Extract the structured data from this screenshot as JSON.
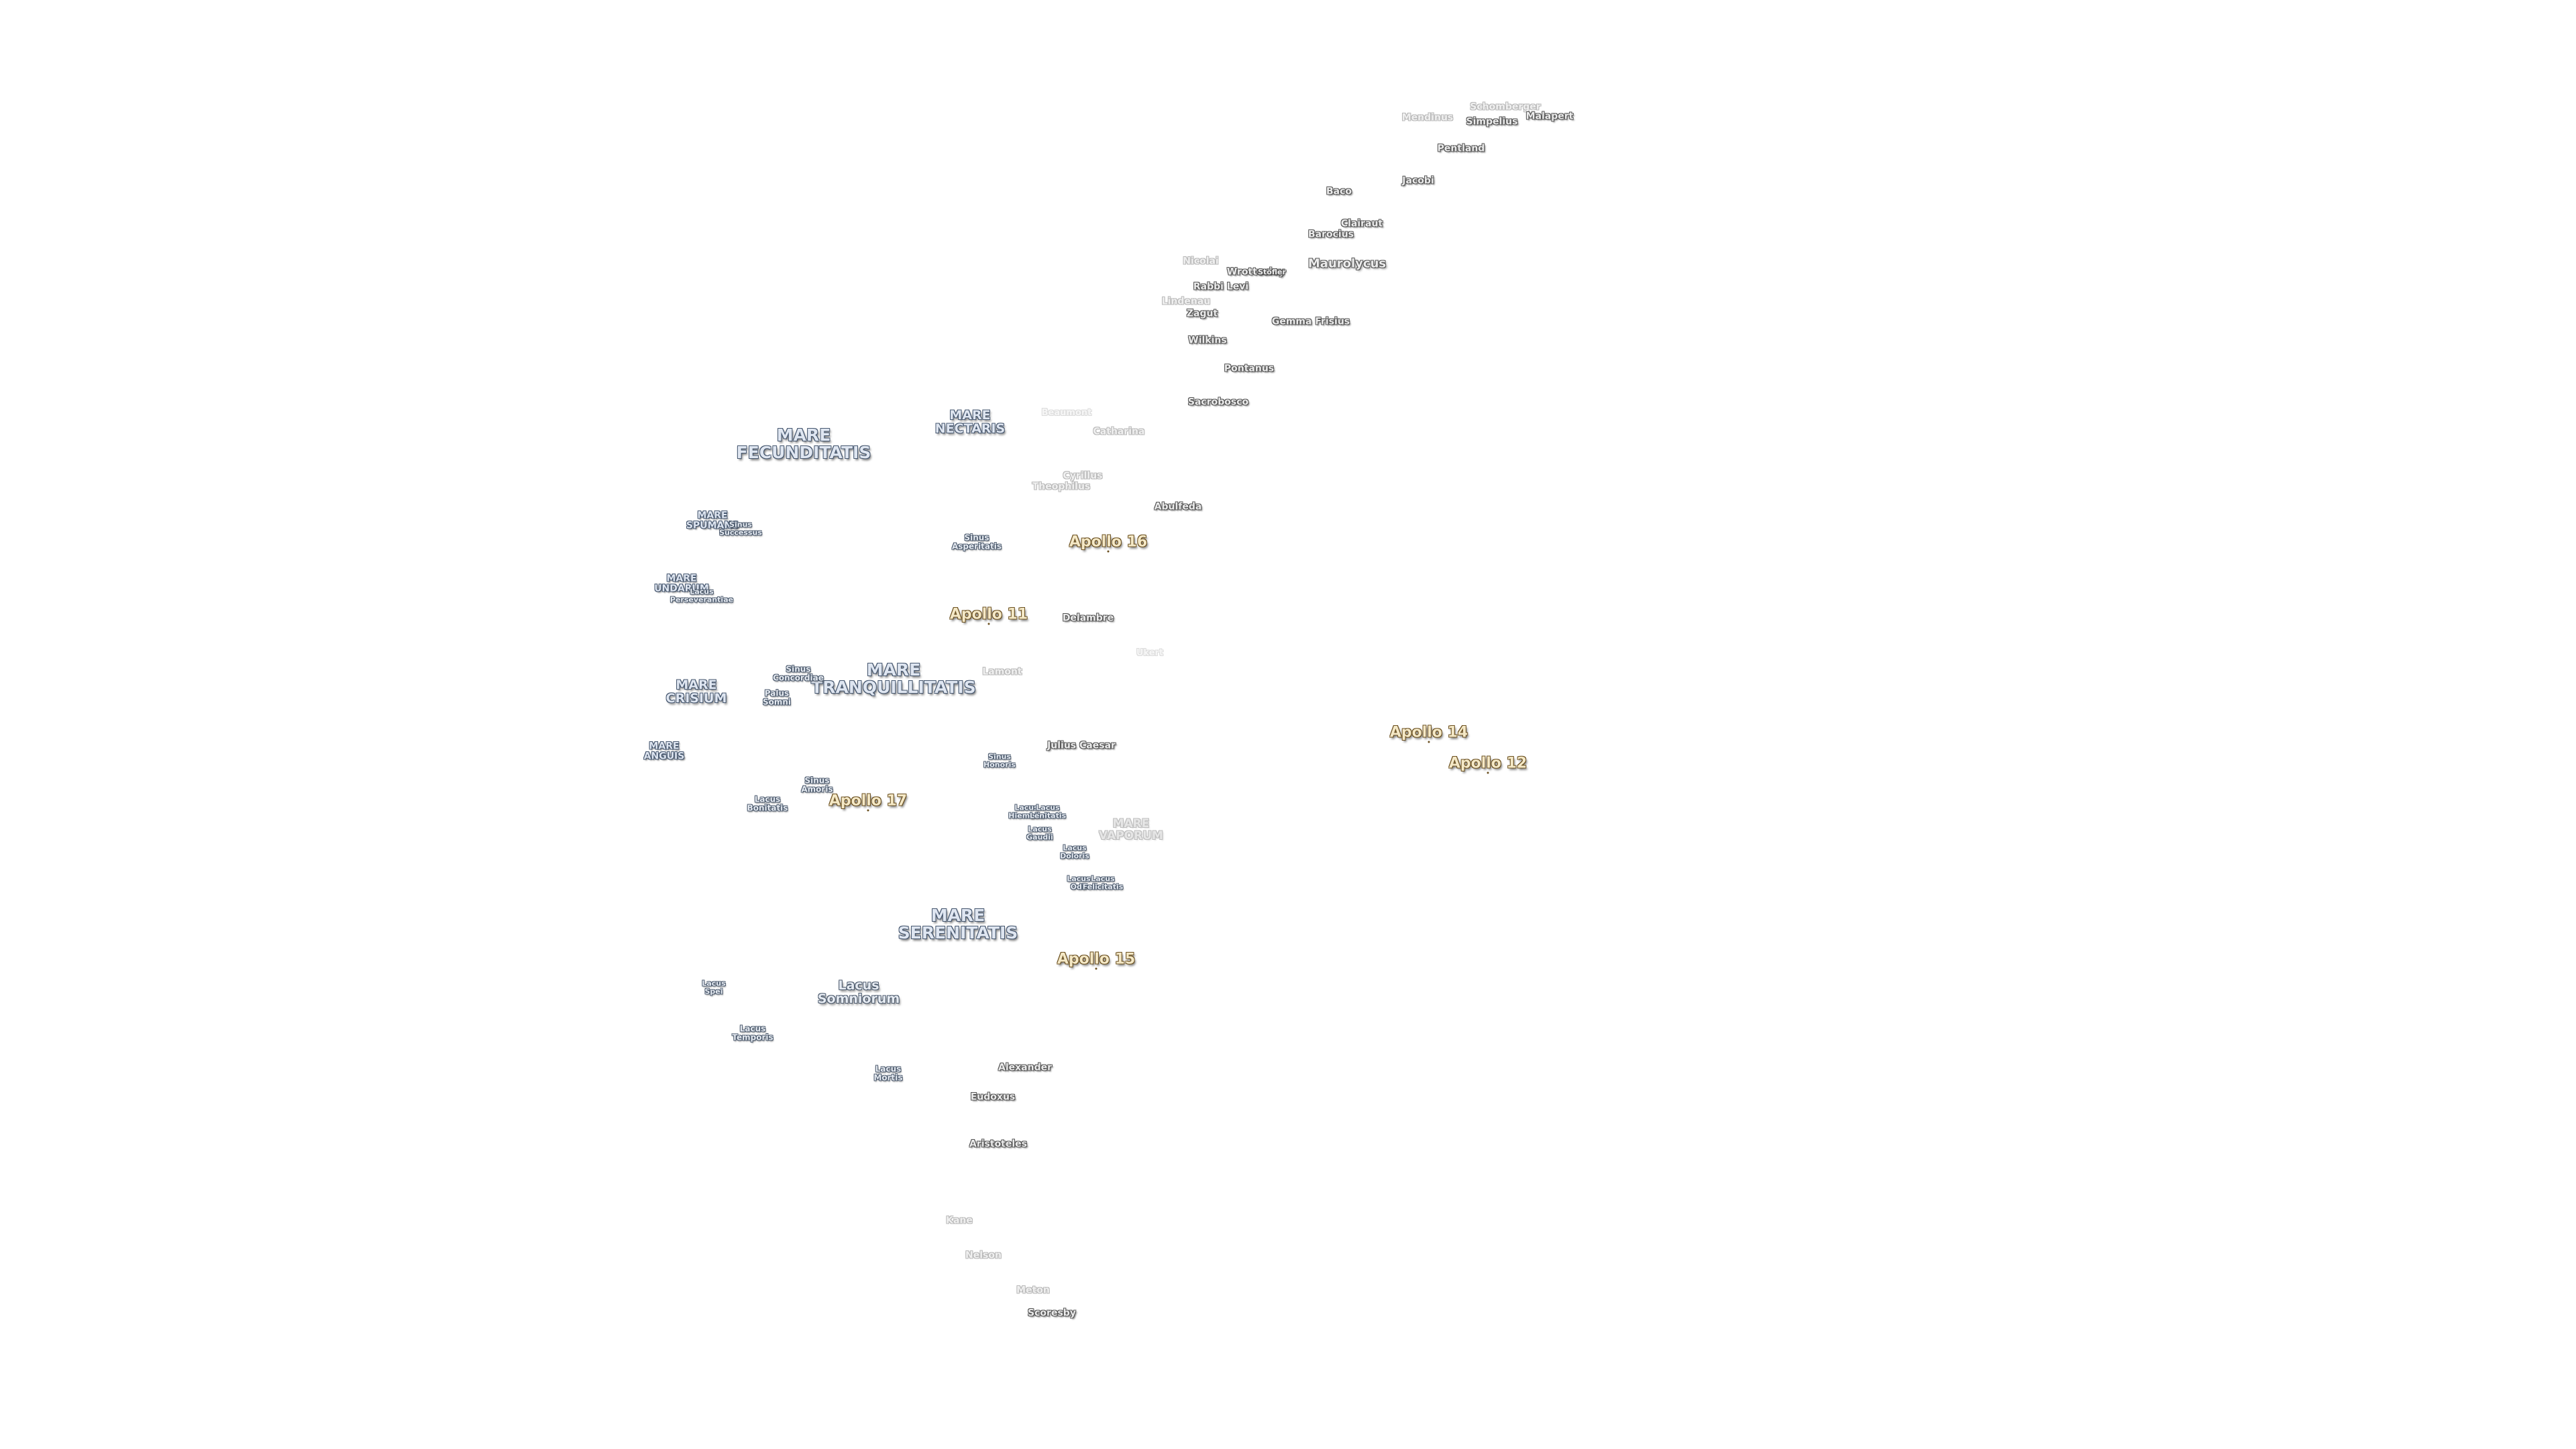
{
  "map": {
    "background": "#ffffff",
    "colors": {
      "mare_fill": "#dfe6f1",
      "mare_outline": "#45566e",
      "crater_fill": "#ececec",
      "crater_outline": "#555555",
      "apollo_fill": "#f4e8c6",
      "apollo_outline": "#6b5020"
    },
    "maria": [
      {
        "id": "mare-fecunditatis",
        "lines": [
          "MARE",
          "FECUNDITATIS"
        ]
      },
      {
        "id": "mare-nectaris",
        "lines": [
          "MARE",
          "NECTARIS"
        ]
      },
      {
        "id": "mare-spumans",
        "lines": [
          "MARE",
          "SPUMANS"
        ]
      },
      {
        "id": "mare-undarum",
        "lines": [
          "MARE",
          "UNDARUM"
        ]
      },
      {
        "id": "mare-tranquillitatis",
        "lines": [
          "MARE",
          "TRANQUILLITATIS"
        ]
      },
      {
        "id": "mare-crisium",
        "lines": [
          "MARE",
          "CRISIUM"
        ]
      },
      {
        "id": "mare-anguis",
        "lines": [
          "MARE",
          "ANGUIS"
        ]
      },
      {
        "id": "mare-vaporum",
        "lines": [
          "MARE",
          "VAPORUM"
        ]
      },
      {
        "id": "mare-serenitatis",
        "lines": [
          "MARE",
          "SERENITATIS"
        ]
      }
    ],
    "lakes_bays": [
      {
        "id": "sinus-successus",
        "lines": [
          "Sinus",
          "Successus"
        ]
      },
      {
        "id": "sinus-asperitatis",
        "lines": [
          "Sinus",
          "Asperitatis"
        ]
      },
      {
        "id": "lacus-perseverantiae",
        "lines": [
          "Lacus",
          "Perseverantiae"
        ]
      },
      {
        "id": "sinus-concordiae",
        "lines": [
          "Sinus",
          "Concordiae"
        ]
      },
      {
        "id": "palus-somni",
        "lines": [
          "Palus",
          "Somni"
        ]
      },
      {
        "id": "sinus-honoris",
        "lines": [
          "Sinus",
          "Honoris"
        ]
      },
      {
        "id": "sinus-amoris",
        "lines": [
          "Sinus",
          "Amoris"
        ]
      },
      {
        "id": "lacus-bonitatis",
        "lines": [
          "Lacus",
          "Bonitatis"
        ]
      },
      {
        "id": "lacus-hiemalis",
        "lines": [
          "Lacus",
          "Hiemalis"
        ]
      },
      {
        "id": "lacus-lenitatis",
        "lines": [
          "Lacus",
          "Lenitatis"
        ]
      },
      {
        "id": "lacus-gaudii",
        "lines": [
          "Lacus",
          "Gaudii"
        ]
      },
      {
        "id": "lacus-doloris",
        "lines": [
          "Lacus",
          "Doloris"
        ]
      },
      {
        "id": "lacus-odii",
        "lines": [
          "Lacus",
          "Odii"
        ]
      },
      {
        "id": "lacus-felicitatis",
        "lines": [
          "Lacus",
          "Felicitatis"
        ]
      },
      {
        "id": "lacus-spei",
        "lines": [
          "Lacus",
          "Spei"
        ]
      },
      {
        "id": "lacus-somniorum",
        "lines": [
          "Lacus",
          "Somniorum"
        ]
      },
      {
        "id": "lacus-temporis",
        "lines": [
          "Lacus",
          "Temporis"
        ]
      },
      {
        "id": "lacus-mortis",
        "lines": [
          "Lacus",
          "Mortis"
        ]
      }
    ],
    "craters": [
      {
        "id": "mendinus",
        "name": "Mendinus"
      },
      {
        "id": "schomberger",
        "name": "Schomberger"
      },
      {
        "id": "simpelius",
        "name": "Simpelius"
      },
      {
        "id": "malapert",
        "name": "Malapert"
      },
      {
        "id": "pentland",
        "name": "Pentland"
      },
      {
        "id": "jacobi",
        "name": "Jacobi"
      },
      {
        "id": "baco",
        "name": "Baco"
      },
      {
        "id": "clairaut",
        "name": "Clairaut"
      },
      {
        "id": "barocius",
        "name": "Barocius"
      },
      {
        "id": "nicolai",
        "name": "Nicolai"
      },
      {
        "id": "maurolycus",
        "name": "Maurolycus"
      },
      {
        "id": "wrottesley",
        "name": "Wrottesley"
      },
      {
        "id": "stoefler",
        "name": "Stöfler"
      },
      {
        "id": "rabbi-levi",
        "name": "Rabbi Levi"
      },
      {
        "id": "lindenau",
        "name": "Lindenau"
      },
      {
        "id": "zagut",
        "name": "Zagut"
      },
      {
        "id": "gemma-frisius",
        "name": "Gemma Frisius"
      },
      {
        "id": "wilkins",
        "name": "Wilkins"
      },
      {
        "id": "pontanus",
        "name": "Pontanus"
      },
      {
        "id": "sacrobosco",
        "name": "Sacrobosco"
      },
      {
        "id": "beaumont",
        "name": "Beaumont"
      },
      {
        "id": "catharina",
        "name": "Catharina"
      },
      {
        "id": "cyrillus",
        "name": "Cyrillus"
      },
      {
        "id": "theophilus",
        "name": "Theophilus"
      },
      {
        "id": "abulfeda",
        "name": "Abulfeda"
      },
      {
        "id": "delambre",
        "name": "Delambre"
      },
      {
        "id": "lamont",
        "name": "Lamont"
      },
      {
        "id": "ukert",
        "name": "Ukert"
      },
      {
        "id": "julius-caesar",
        "name": "Julius Caesar"
      },
      {
        "id": "alexander",
        "name": "Alexander"
      },
      {
        "id": "eudoxus",
        "name": "Eudoxus"
      },
      {
        "id": "aristoteles",
        "name": "Aristoteles"
      },
      {
        "id": "kane",
        "name": "Kane"
      },
      {
        "id": "nelson",
        "name": "Nelson"
      },
      {
        "id": "meton",
        "name": "Meton"
      },
      {
        "id": "scoresby",
        "name": "Scoresby"
      }
    ],
    "apollo_sites": [
      {
        "id": "apollo-16",
        "name": "Apollo 16"
      },
      {
        "id": "apollo-11",
        "name": "Apollo 11"
      },
      {
        "id": "apollo-17",
        "name": "Apollo 17"
      },
      {
        "id": "apollo-15",
        "name": "Apollo 15"
      },
      {
        "id": "apollo-14",
        "name": "Apollo 14"
      },
      {
        "id": "apollo-12",
        "name": "Apollo 12"
      }
    ]
  }
}
